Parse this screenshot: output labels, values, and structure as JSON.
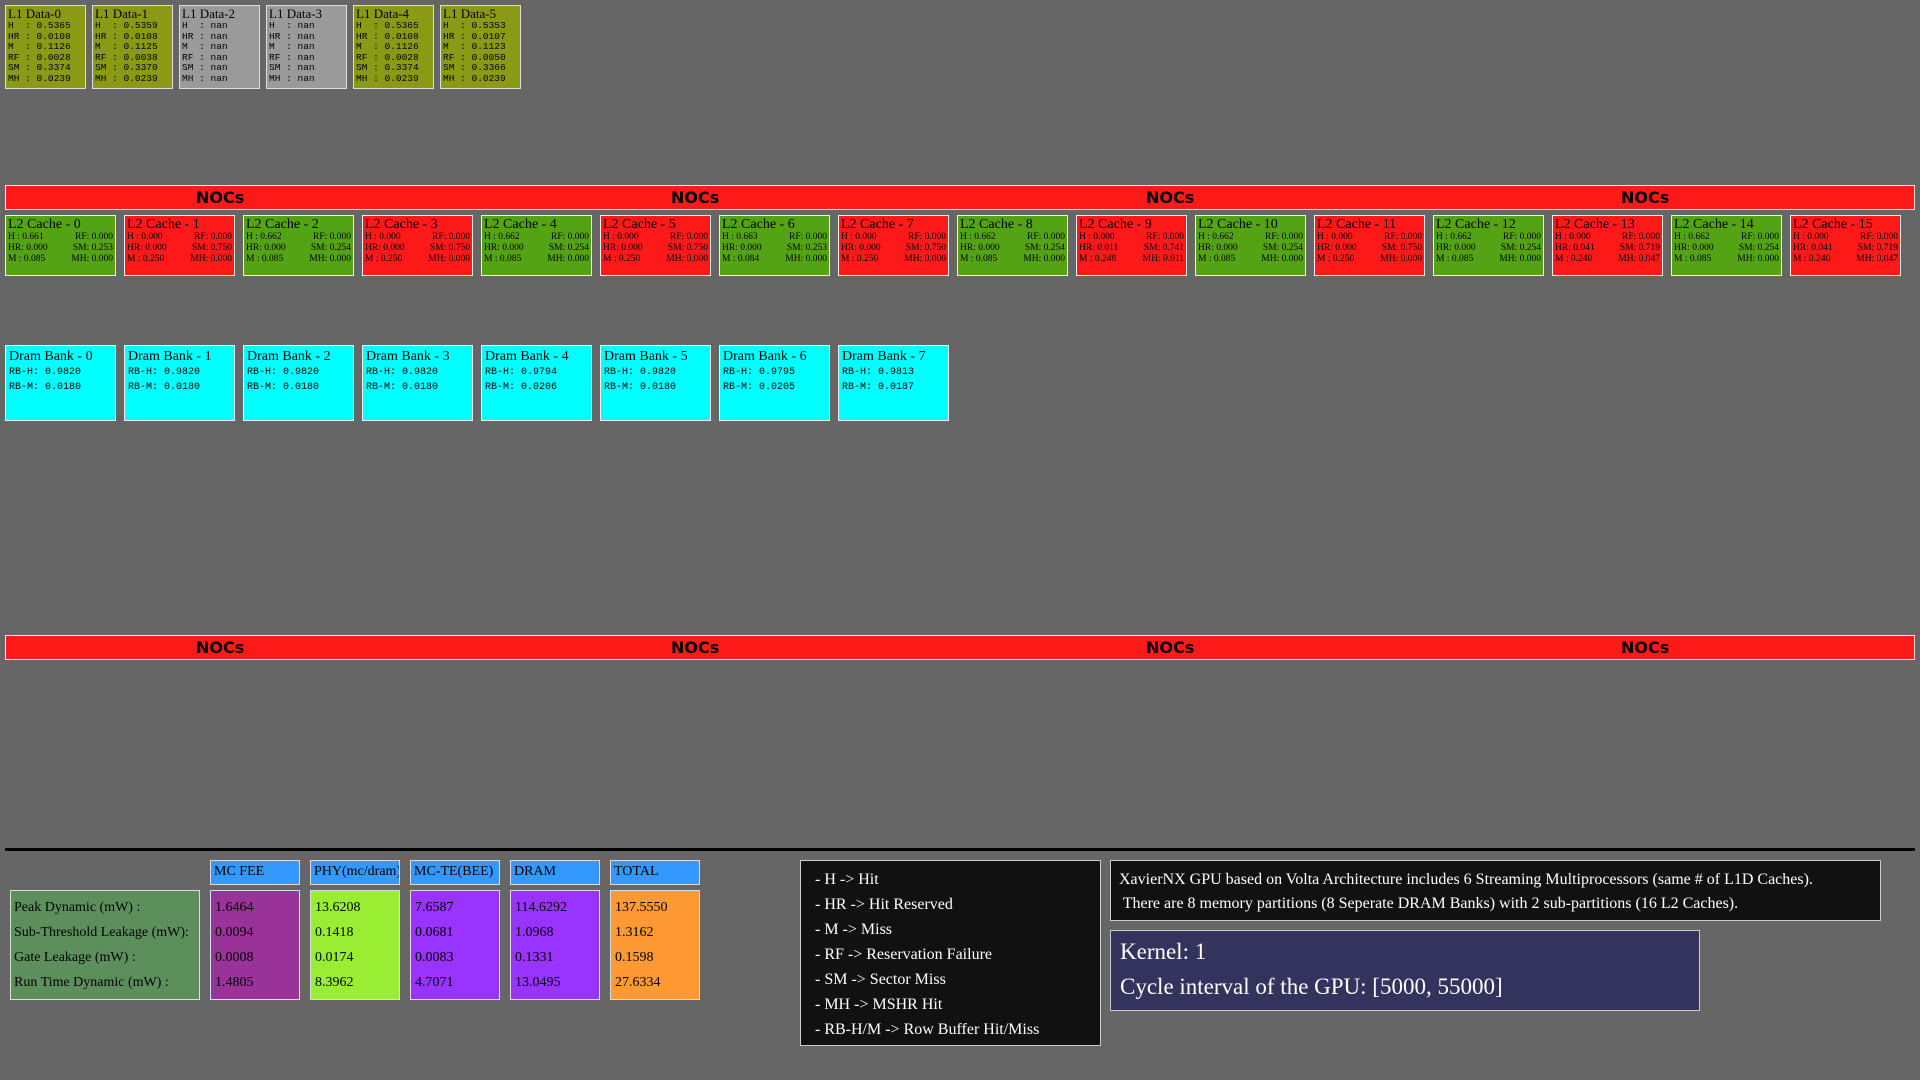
{
  "l1_caches": [
    {
      "title": "L1 Data-0",
      "status": "ok",
      "rows": [
        "H  : 0.5365",
        "HR : 0.0108",
        "M  : 0.1126",
        "RF : 0.0028",
        "SM : 0.3374",
        "MH : 0.0239"
      ]
    },
    {
      "title": "L1 Data-1",
      "status": "ok",
      "rows": [
        "H  : 0.5359",
        "HR : 0.0108",
        "M  : 0.1125",
        "RF : 0.0038",
        "SM : 0.3370",
        "MH : 0.0239"
      ]
    },
    {
      "title": "L1 Data-2",
      "status": "nan",
      "rows": [
        "H  : nan",
        "HR : nan",
        "M  : nan",
        "RF : nan",
        "SM : nan",
        "MH : nan"
      ]
    },
    {
      "title": "L1 Data-3",
      "status": "nan",
      "rows": [
        "H  : nan",
        "HR : nan",
        "M  : nan",
        "RF : nan",
        "SM : nan",
        "MH : nan"
      ]
    },
    {
      "title": "L1 Data-4",
      "status": "ok",
      "rows": [
        "H  : 0.5365",
        "HR : 0.0108",
        "M  : 0.1126",
        "RF : 0.0028",
        "SM : 0.3374",
        "MH : 0.0239"
      ]
    },
    {
      "title": "L1 Data-5",
      "status": "ok",
      "rows": [
        "H  : 0.5353",
        "HR : 0.0107",
        "M  : 0.1123",
        "RF : 0.0050",
        "SM : 0.3366",
        "MH : 0.0239"
      ]
    }
  ],
  "noc_label": "NOCs",
  "l2_caches": [
    {
      "title": "L2 Cache - 0",
      "color": "green",
      "rows": [
        [
          "H : 0.661",
          "RF: 0.000"
        ],
        [
          "HR: 0.000",
          "SM: 0.253"
        ],
        [
          "M : 0.085",
          "MH: 0.000"
        ]
      ]
    },
    {
      "title": "L2 Cache - 1",
      "color": "red",
      "rows": [
        [
          "H : 0.000",
          "RF: 0.000"
        ],
        [
          "HR: 0.000",
          "SM: 0.750"
        ],
        [
          "M : 0.250",
          "MH: 0.000"
        ]
      ]
    },
    {
      "title": "L2 Cache - 2",
      "color": "green",
      "rows": [
        [
          "H : 0.662",
          "RF: 0.000"
        ],
        [
          "HR: 0.000",
          "SM: 0.254"
        ],
        [
          "M : 0.085",
          "MH: 0.000"
        ]
      ]
    },
    {
      "title": "L2 Cache - 3",
      "color": "red",
      "rows": [
        [
          "H : 0.000",
          "RF: 0.000"
        ],
        [
          "HR: 0.000",
          "SM: 0.750"
        ],
        [
          "M : 0.250",
          "MH: 0.000"
        ]
      ]
    },
    {
      "title": "L2 Cache - 4",
      "color": "green",
      "rows": [
        [
          "H : 0.662",
          "RF: 0.000"
        ],
        [
          "HR: 0.000",
          "SM: 0.254"
        ],
        [
          "M : 0.085",
          "MH: 0.000"
        ]
      ]
    },
    {
      "title": "L2 Cache - 5",
      "color": "red",
      "rows": [
        [
          "H : 0.000",
          "RF: 0.000"
        ],
        [
          "HR: 0.000",
          "SM: 0.750"
        ],
        [
          "M : 0.250",
          "MH: 0.000"
        ]
      ]
    },
    {
      "title": "L2 Cache - 6",
      "color": "green",
      "rows": [
        [
          "H : 0.663",
          "RF: 0.000"
        ],
        [
          "HR: 0.000",
          "SM: 0.253"
        ],
        [
          "M : 0.084",
          "MH: 0.000"
        ]
      ]
    },
    {
      "title": "L2 Cache - 7",
      "color": "red",
      "rows": [
        [
          "H : 0.000",
          "RF: 0.000"
        ],
        [
          "HR: 0.000",
          "SM: 0.750"
        ],
        [
          "M : 0.250",
          "MH: 0.000"
        ]
      ]
    },
    {
      "title": "L2 Cache - 8",
      "color": "green",
      "rows": [
        [
          "H : 0.662",
          "RF: 0.000"
        ],
        [
          "HR: 0.000",
          "SM: 0.254"
        ],
        [
          "M : 0.085",
          "MH: 0.000"
        ]
      ]
    },
    {
      "title": "L2 Cache - 9",
      "color": "red",
      "rows": [
        [
          "H : 0.000",
          "RF: 0.000"
        ],
        [
          "HR: 0.011",
          "SM: 0.741"
        ],
        [
          "M : 0.248",
          "MH: 0.011"
        ]
      ]
    },
    {
      "title": "L2 Cache - 10",
      "color": "green",
      "rows": [
        [
          "H : 0.662",
          "RF: 0.000"
        ],
        [
          "HR: 0.000",
          "SM: 0.254"
        ],
        [
          "M : 0.085",
          "MH: 0.000"
        ]
      ]
    },
    {
      "title": "L2 Cache - 11",
      "color": "red",
      "rows": [
        [
          "H : 0.000",
          "RF: 0.000"
        ],
        [
          "HR: 0.000",
          "SM: 0.750"
        ],
        [
          "M : 0.250",
          "MH: 0.000"
        ]
      ]
    },
    {
      "title": "L2 Cache - 12",
      "color": "green",
      "rows": [
        [
          "H : 0.662",
          "RF: 0.000"
        ],
        [
          "HR: 0.000",
          "SM: 0.254"
        ],
        [
          "M : 0.085",
          "MH: 0.000"
        ]
      ]
    },
    {
      "title": "L2 Cache - 13",
      "color": "red",
      "rows": [
        [
          "H : 0.000",
          "RF: 0.000"
        ],
        [
          "HR: 0.041",
          "SM: 0.719"
        ],
        [
          "M : 0.240",
          "MH: 0.047"
        ]
      ]
    },
    {
      "title": "L2 Cache - 14",
      "color": "green",
      "rows": [
        [
          "H : 0.662",
          "RF: 0.000"
        ],
        [
          "HR: 0.000",
          "SM: 0.254"
        ],
        [
          "M : 0.085",
          "MH: 0.000"
        ]
      ]
    },
    {
      "title": "L2 Cache - 15",
      "color": "red",
      "rows": [
        [
          "H : 0.000",
          "RF: 0.000"
        ],
        [
          "HR: 0.041",
          "SM: 0.719"
        ],
        [
          "M : 0.240",
          "MH: 0.047"
        ]
      ]
    }
  ],
  "dram_banks": [
    {
      "title": "Dram Bank - 0",
      "rows": [
        "RB-H: 0.9820",
        "RB-M: 0.0180"
      ]
    },
    {
      "title": "Dram Bank - 1",
      "rows": [
        "RB-H: 0.9820",
        "RB-M: 0.0180"
      ]
    },
    {
      "title": "Dram Bank - 2",
      "rows": [
        "RB-H: 0.9820",
        "RB-M: 0.0180"
      ]
    },
    {
      "title": "Dram Bank - 3",
      "rows": [
        "RB-H: 0.9820",
        "RB-M: 0.0180"
      ]
    },
    {
      "title": "Dram Bank - 4",
      "rows": [
        "RB-H: 0.9794",
        "RB-M: 0.0206"
      ]
    },
    {
      "title": "Dram Bank - 5",
      "rows": [
        "RB-H: 0.9820",
        "RB-M: 0.0180"
      ]
    },
    {
      "title": "Dram Bank - 6",
      "rows": [
        "RB-H: 0.9795",
        "RB-M: 0.0205"
      ]
    },
    {
      "title": "Dram Bank - 7",
      "rows": [
        "RB-H: 0.9813",
        "RB-M: 0.0187"
      ]
    }
  ],
  "power": {
    "row_labels": [
      "Peak Dynamic (mW) :",
      "Sub-Threshold Leakage (mW):",
      "Gate Leakage (mW) :",
      "Run Time Dynamic (mW) :"
    ],
    "columns": [
      {
        "header": "MC FEE",
        "color": "#993399",
        "values": [
          "1.6464",
          "0.0094",
          "0.0008",
          "1.4805"
        ]
      },
      {
        "header": "PHY(mc/dram)",
        "color": "#99ee33",
        "values": [
          "13.6208",
          "0.1418",
          "0.0174",
          "8.3962"
        ]
      },
      {
        "header": "MC-TE(BEE)",
        "color": "#9933ff",
        "values": [
          "7.6587",
          "0.0681",
          "0.0083",
          "4.7071"
        ]
      },
      {
        "header": "DRAM",
        "color": "#9933ff",
        "values": [
          "114.6292",
          "1.0968",
          "0.1331",
          "13.0495"
        ]
      },
      {
        "header": "TOTAL",
        "color": "#ff9933",
        "values": [
          "137.5550",
          "1.3162",
          "0.1598",
          "27.6334"
        ]
      }
    ]
  },
  "legend": [
    "- H -> Hit",
    "- HR -> Hit Reserved",
    "- M -> Miss",
    "- RF -> Reservation Failure",
    "- SM -> Sector Miss",
    "- MH -> MSHR Hit",
    "- RB-H/M -> Row Buffer Hit/Miss"
  ],
  "description": [
    "XavierNX GPU based on Volta Architecture includes 6 Streaming Multiprocessors (same # of L1D Caches).",
    " There are 8 memory partitions (8 Seperate DRAM Banks) with 2 sub-partitions (16 L2 Caches)."
  ],
  "kernel": {
    "label": "Kernel: 1",
    "cycle": "Cycle interval of the GPU: [5000, 55000]"
  },
  "colors": {
    "background": "#666666",
    "noc": "#ff1a1a",
    "l2_hit": "#54a315",
    "l2_miss": "#ff1a1a",
    "l1": "#8b9a14",
    "dram": "#00ffff",
    "kernel": "#33335e"
  }
}
